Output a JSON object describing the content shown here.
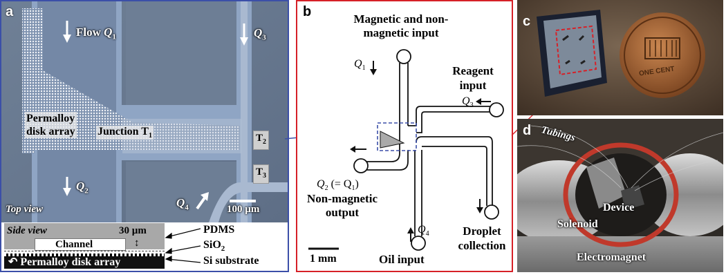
{
  "panel_a": {
    "label": "a",
    "flow": "Flow",
    "q1": "Q",
    "q1_sub": "1",
    "q2": "Q",
    "q2_sub": "2",
    "q3": "Q",
    "q3_sub": "3",
    "q4": "Q",
    "q4_sub": "4",
    "permalloy_line1": "Permalloy",
    "permalloy_line2": "disk array",
    "junction": "Junction T",
    "junction_sub": "1",
    "t2": "T",
    "t2_sub": "2",
    "t3": "T",
    "t3_sub": "3",
    "top_view": "Top view",
    "scale": "100 µm",
    "side_view": "Side view",
    "thickness": "30 µm",
    "channel": "Channel",
    "disk_array": "Permalloy disk array",
    "layers": [
      "PDMS",
      "SiO",
      "Si substrate"
    ],
    "sio2_sub": "2"
  },
  "panel_b": {
    "label": "b",
    "mag_input_line1": "Magnetic and non-",
    "mag_input_line2": "magnetic input",
    "q1": "Q",
    "q1_sub": "1",
    "reagent_line1": "Reagent",
    "reagent_line2": "input",
    "q3": "Q",
    "q3_sub": "3",
    "q2_text": "Q",
    "q2_sub": "2",
    "q2_eq": " (= Q",
    "q2_eq_sub": "1",
    "q2_close": ")",
    "nonmag_line1": "Non-magnetic",
    "nonmag_line2": "output",
    "q4": "Q",
    "q4_sub": "4",
    "droplet_line1": "Droplet",
    "droplet_line2": "collection",
    "scale": "1 mm",
    "oil_input": "Oil input"
  },
  "panel_c": {
    "label": "c",
    "coin_text": "ONE CENT"
  },
  "panel_d": {
    "label": "d",
    "tubings": "Tubings",
    "device": "Device",
    "solenoid": "Solenoid",
    "electromagnet": "Electromagnet"
  },
  "colors": {
    "panel_a_border": "#3b4fa8",
    "panel_b_border": "#d62027",
    "zoom_line_a": "#3b4fa8",
    "zoom_line_c": "#d62027"
  }
}
